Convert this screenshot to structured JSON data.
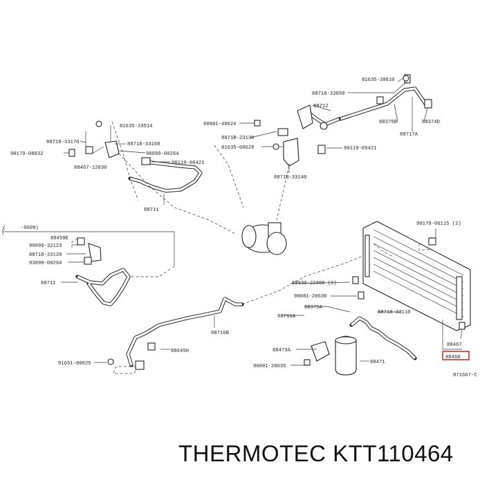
{
  "caption": "THERMOTEC KTT110464",
  "diagram_code": "871667-C",
  "labels": {
    "p31635_30610": "81635-30610",
    "p88718_33050": "88718-33050",
    "p88712": "88712",
    "p88375b": "88375B",
    "p88374d": "88374D",
    "p88717a": "88717A",
    "p90981_40624": "90981-40624",
    "p8871b_23130": "8871B-23130",
    "p81635_60628": "81635-60628",
    "p90119_05421": "90119-05421",
    "p8871b_33140": "8871B-33140",
    "p88718_33170": "88718-33170",
    "p81635_33514": "81635-33514",
    "p88718_33160": "88718-33160",
    "p90179_08032": "90179-08032",
    "p90099_00264": "90099-00264",
    "p88467_12030": "88467-12030",
    "p90119_06421": "90119-06421",
    "p88711_top": "88711",
    "range_start": "(",
    "range_end": "-9609)",
    "p88459e": "88459E",
    "p90099_32123": "90099-32123",
    "p88718_33120": "88718-33120",
    "p93099_00264": "93099-00264",
    "p88711_left": "88711",
    "p90179_06115": "90179-06115 (2)",
    "p88930_22300": "88930-22300 (2)",
    "p90081_20630": "90081-20630",
    "p88375a": "88375A",
    "p88716a": "88716A",
    "p88718_33110": "88718-33110",
    "p88716b": "88716B",
    "p88645h": "88645H",
    "p88473a": "88473A",
    "p88471": "88471",
    "p88467": "88467",
    "p88460": "88460",
    "p91651_80625": "91651-80625",
    "p90081_20635": "90081-20635"
  }
}
